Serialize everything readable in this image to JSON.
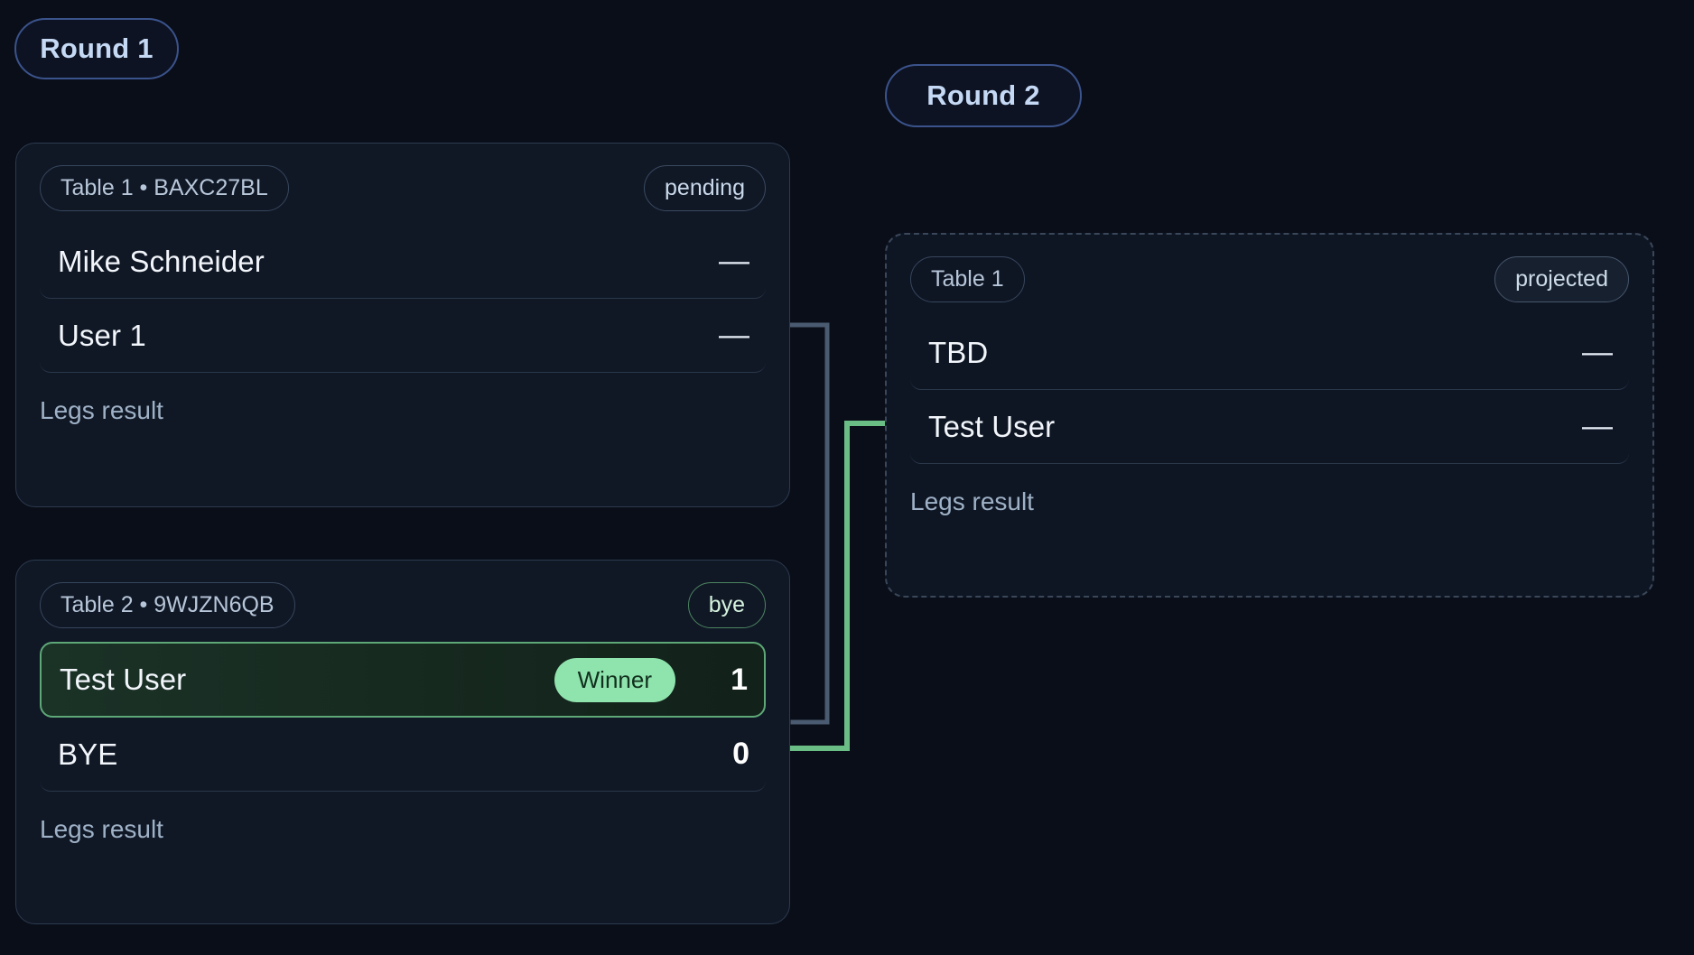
{
  "theme": {
    "background": "#0a0e19",
    "card_background": "#101826",
    "card_border": "#2c3a4e",
    "round_pill_border": "#3b538c",
    "round_pill_text": "#c5d9f5",
    "winner_accent": "#5ea877",
    "winner_badge_background": "#8fe3ad",
    "winner_badge_text": "#11301d",
    "connector_default": "#4a5a70",
    "connector_winner": "#6bbd86",
    "muted_text": "#9fb1c6"
  },
  "rounds": [
    {
      "label": "Round 1",
      "matches": [
        {
          "table_label": "Table 1 • BAXC27BL",
          "status": "pending",
          "status_kind": "pending",
          "players": [
            {
              "name": "Mike Schneider",
              "score": "—",
              "winner": false
            },
            {
              "name": "User 1",
              "score": "—",
              "winner": false
            }
          ],
          "footer": "Legs result"
        },
        {
          "table_label": "Table 2 • 9WJZN6QB",
          "status": "bye",
          "status_kind": "bye",
          "players": [
            {
              "name": "Test User",
              "score": "1",
              "winner": true,
              "badge": "Winner"
            },
            {
              "name": "BYE",
              "score": "0",
              "winner": false
            }
          ],
          "footer": "Legs result"
        }
      ]
    },
    {
      "label": "Round 2",
      "matches": [
        {
          "table_label": "Table 1",
          "status": "projected",
          "status_kind": "projected",
          "projected": true,
          "players": [
            {
              "name": "TBD",
              "score": "—",
              "winner": false
            },
            {
              "name": "Test User",
              "score": "—",
              "winner": false
            }
          ],
          "footer": "Legs result"
        }
      ]
    }
  ]
}
